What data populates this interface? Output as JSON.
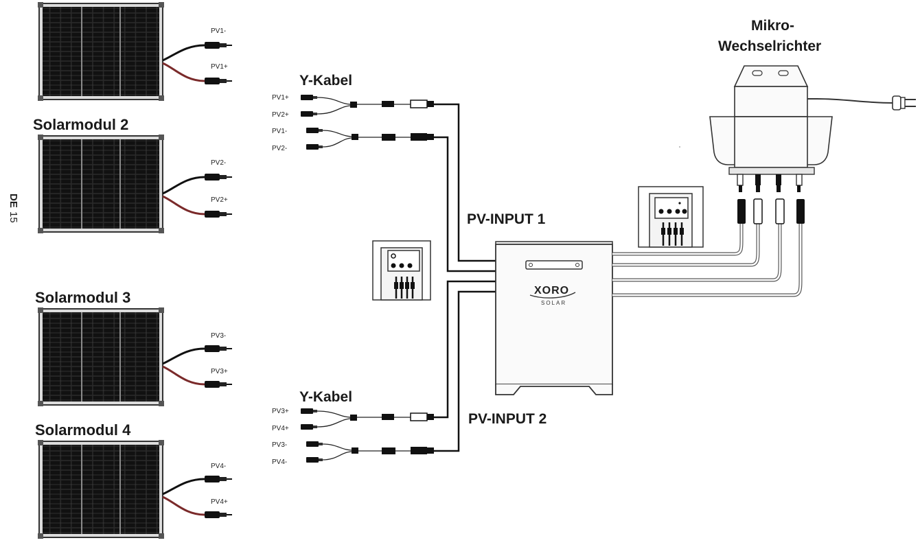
{
  "page_marker": {
    "code": "DE",
    "number": "15"
  },
  "solar_modules": [
    {
      "title": "",
      "neg_label": "PV1-",
      "pos_label": "PV1+"
    },
    {
      "title": "Solarmodul 2",
      "neg_label": "PV2-",
      "pos_label": "PV2+"
    },
    {
      "title": "Solarmodul 3",
      "neg_label": "PV3-",
      "pos_label": "PV3+"
    },
    {
      "title": "Solarmodul 4",
      "neg_label": "PV4-",
      "pos_label": "PV4+"
    }
  ],
  "y_cables": [
    {
      "title": "Y-Kabel",
      "inputs": [
        "PV1+",
        "PV2+",
        "PV1-",
        "PV2-"
      ]
    },
    {
      "title": "Y-Kabel",
      "inputs": [
        "PV3+",
        "PV4+",
        "PV3-",
        "PV4-"
      ]
    }
  ],
  "inputs": {
    "input1": "PV-INPUT 1",
    "input2": "PV-INPUT 2"
  },
  "inverter": {
    "line1": "Mikro-",
    "line2": "Wechselrichter"
  },
  "station": {
    "brand": "XORO",
    "sub": "SOLAR"
  },
  "colors": {
    "positive_cable": "#7a2a2a",
    "negative_cable": "#111111",
    "outline": "#333333"
  }
}
